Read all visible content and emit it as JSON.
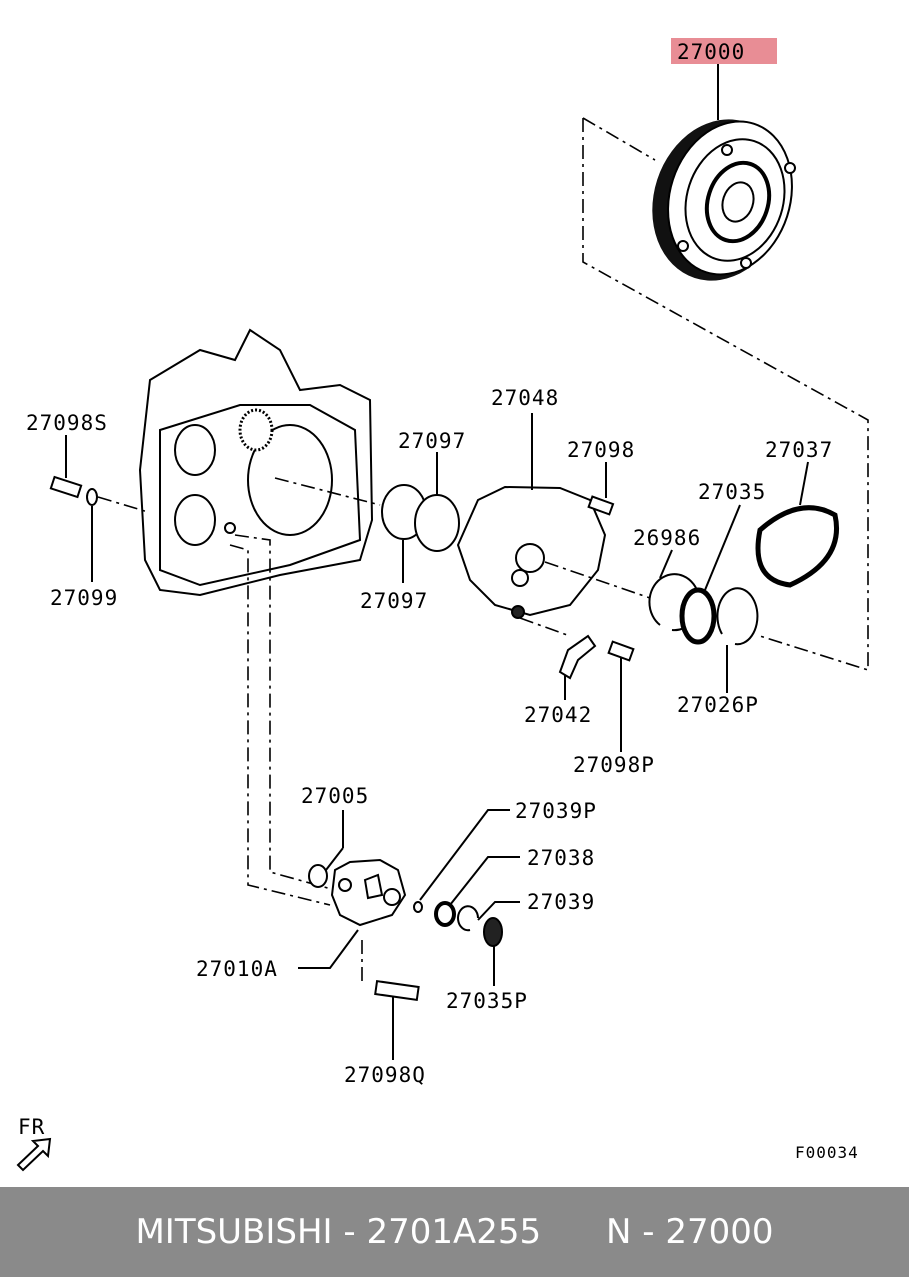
{
  "diagram": {
    "highlighted_part": "27000",
    "fig_code": "F00034",
    "front_marker": "FR",
    "highlight_color": "#e88d95",
    "parts": {
      "p27000": "27000",
      "p27048": "27048",
      "p27097_top": "27097",
      "p27097_bottom": "27097",
      "p27098S": "27098S",
      "p27099": "27099",
      "p27098": "27098",
      "p27037": "27037",
      "p27035": "27035",
      "p26986": "26986",
      "p27042": "27042",
      "p27026P": "27026P",
      "p27098P": "27098P",
      "p27005": "27005",
      "p27039P": "27039P",
      "p27038": "27038",
      "p27039": "27039",
      "p27010A": "27010A",
      "p27035P": "27035P",
      "p27098Q": "27098Q"
    }
  },
  "footer": {
    "brand": "MITSUBISHI",
    "sep1": " - ",
    "part_number": "2701A255",
    "gap": "      ",
    "ref_prefix": "N",
    "sep2": " - ",
    "ref_number": "27000"
  }
}
